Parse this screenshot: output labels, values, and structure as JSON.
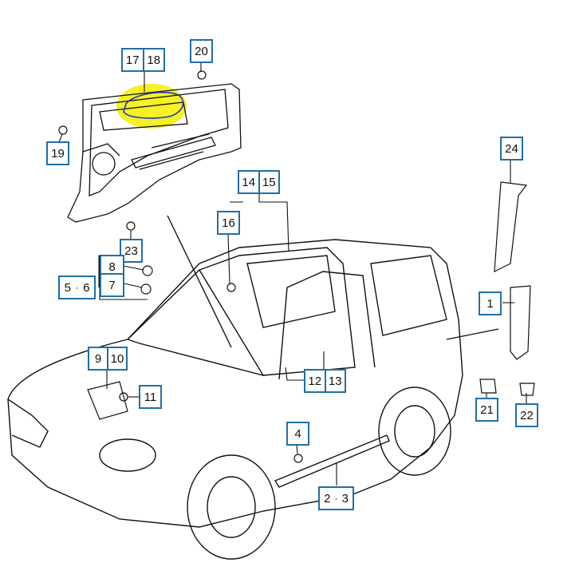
{
  "callouts": {
    "c1": "1",
    "c2": "2",
    "c3": "3",
    "c4": "4",
    "c5": "5",
    "c6": "6",
    "c7": "7",
    "c8": "8",
    "c9": "9",
    "c10": "10",
    "c11": "11",
    "c12": "12",
    "c13": "13",
    "c14": "14",
    "c15": "15",
    "c16": "16",
    "c17": "17",
    "c18": "18",
    "c19": "19",
    "c20": "20",
    "c21": "21",
    "c22": "22",
    "c23": "23",
    "c24": "24",
    "dot": "·"
  },
  "colors": {
    "callout_border": "#1f6fa8",
    "highlight": "#f2ef00",
    "annotation_loop": "#2431c8",
    "line": "#111111"
  }
}
